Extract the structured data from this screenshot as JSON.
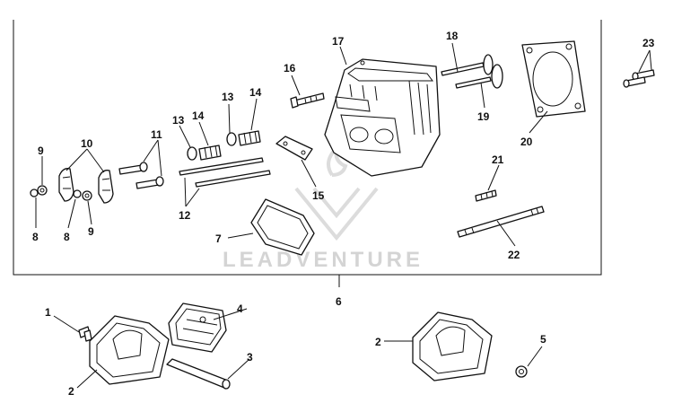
{
  "diagram": {
    "watermark": "LEADVENTURE",
    "callouts": {
      "c1": "1",
      "c2a": "2",
      "c2b": "2",
      "c3": "3",
      "c4": "4",
      "c5": "5",
      "c6": "6",
      "c7": "7",
      "c8a": "8",
      "c8b": "8",
      "c9a": "9",
      "c9b": "9",
      "c10": "10",
      "c11": "11",
      "c12": "12",
      "c13a": "13",
      "c13b": "13",
      "c14a": "14",
      "c14b": "14",
      "c15": "15",
      "c16": "16",
      "c17": "17",
      "c18": "18",
      "c19": "19",
      "c20": "20",
      "c21": "21",
      "c22": "22",
      "c23": "23"
    }
  }
}
